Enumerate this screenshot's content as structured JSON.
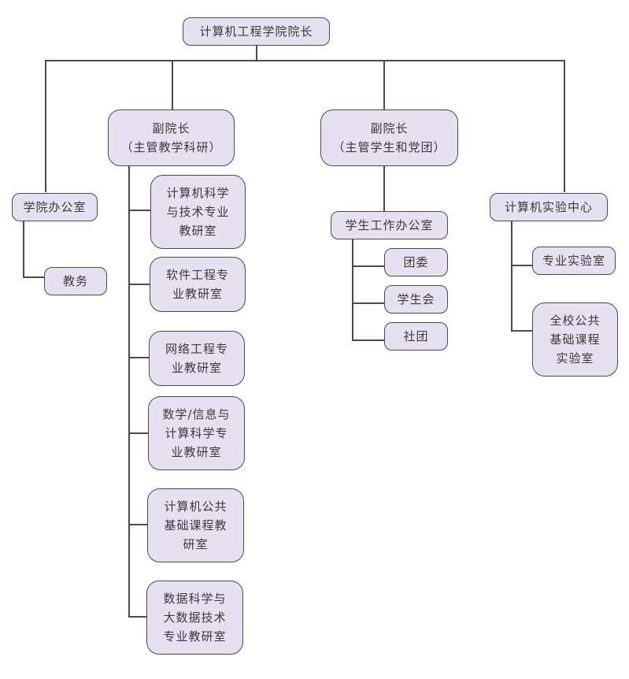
{
  "title": "计算机工程学院院长",
  "branches": {
    "office": {
      "label": "学院办公室",
      "children": [
        "教务"
      ]
    },
    "vp_teaching": {
      "label": "副院长\n（主管教学科研）",
      "children": [
        "计算机科学\n与技术专业\n教研室",
        "软件工程专\n业教研室",
        "网络工程专\n业教研室",
        "数学/信息与\n计算科学专\n业教研室",
        "计算机公共\n基础课程教\n研室",
        "数据科学与\n大数据技术\n专业教研室"
      ]
    },
    "vp_students": {
      "label": "副院长\n（主管学生和党团）",
      "sub": {
        "label": "学生工作办公室",
        "children": [
          "团委",
          "学生会",
          "社团"
        ]
      }
    },
    "lab_center": {
      "label": "计算机实验中心",
      "children": [
        "专业实验室",
        "全校公共\n基础课程\n实验室"
      ]
    }
  },
  "colors": {
    "box_fill": "#e6e1f0",
    "line": "#4a4a4a"
  }
}
